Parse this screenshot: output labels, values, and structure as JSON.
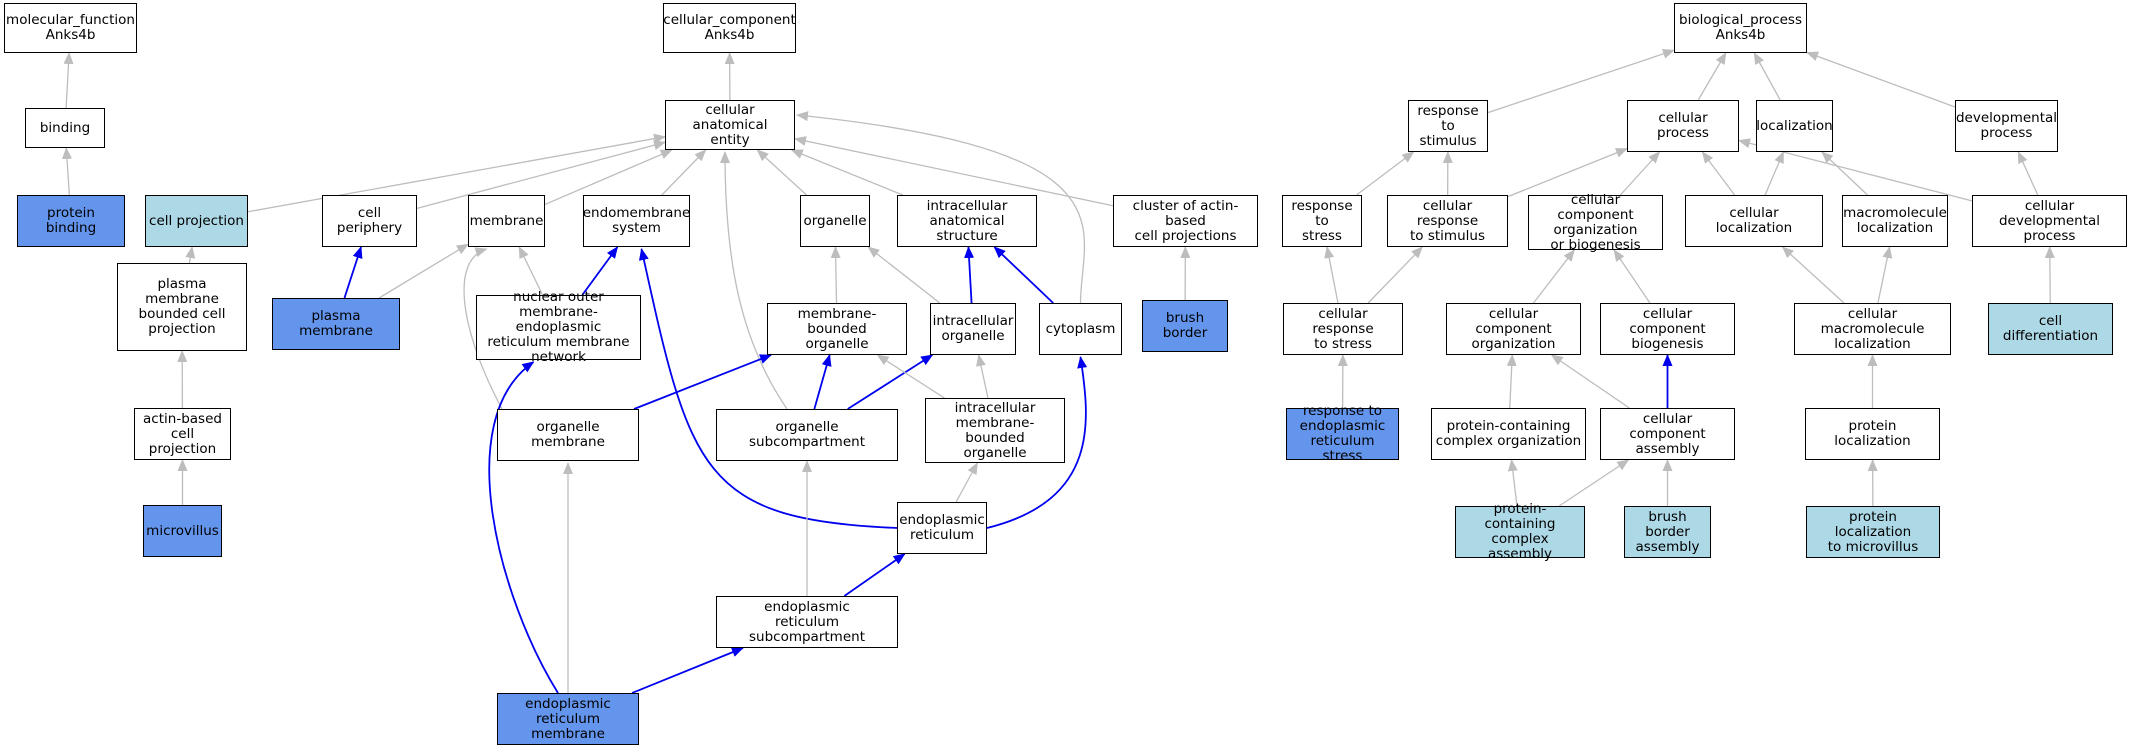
{
  "colors": {
    "is_a_edge": "#bdbdbd",
    "part_of_edge": "#0000ee",
    "annotated": "#6495ed",
    "inferred": "#add8e6"
  },
  "nodes": [
    {
      "id": "mf_root",
      "label": "molecular_function\nAnks4b",
      "style": "plain"
    },
    {
      "id": "binding",
      "label": "binding",
      "style": "plain"
    },
    {
      "id": "protein_binding",
      "label": "protein binding",
      "style": "blue"
    },
    {
      "id": "cc_root",
      "label": "cellular_component\nAnks4b",
      "style": "plain"
    },
    {
      "id": "cae",
      "label": "cellular anatomical\nentity",
      "style": "plain"
    },
    {
      "id": "cell_projection",
      "label": "cell projection",
      "style": "light"
    },
    {
      "id": "pm_bounded_proj",
      "label": "plasma membrane\nbounded cell\nprojection",
      "style": "plain"
    },
    {
      "id": "actin_proj",
      "label": "actin-based\ncell projection",
      "style": "plain"
    },
    {
      "id": "microvillus",
      "label": "microvillus",
      "style": "blue"
    },
    {
      "id": "cell_periphery",
      "label": "cell periphery",
      "style": "plain"
    },
    {
      "id": "plasma_membrane",
      "label": "plasma membrane",
      "style": "blue"
    },
    {
      "id": "membrane",
      "label": "membrane",
      "style": "plain"
    },
    {
      "id": "endomembrane",
      "label": "endomembrane\nsystem",
      "style": "plain"
    },
    {
      "id": "nuclear_outer",
      "label": "nuclear outer\nmembrane-endoplasmic\nreticulum membrane\nnetwork",
      "style": "plain"
    },
    {
      "id": "organelle",
      "label": "organelle",
      "style": "plain"
    },
    {
      "id": "intracellular_as",
      "label": "intracellular\nanatomical structure",
      "style": "plain"
    },
    {
      "id": "cluster_actin",
      "label": "cluster of actin-based\ncell projections",
      "style": "plain"
    },
    {
      "id": "brush_border",
      "label": "brush border",
      "style": "blue"
    },
    {
      "id": "mbo",
      "label": "membrane-bounded\norganelle",
      "style": "plain"
    },
    {
      "id": "intra_org",
      "label": "intracellular\norganelle",
      "style": "plain"
    },
    {
      "id": "cytoplasm",
      "label": "cytoplasm",
      "style": "plain"
    },
    {
      "id": "org_membrane",
      "label": "organelle membrane",
      "style": "plain"
    },
    {
      "id": "org_subcomp",
      "label": "organelle subcompartment",
      "style": "plain"
    },
    {
      "id": "imbo",
      "label": "intracellular\nmembrane-bounded\norganelle",
      "style": "plain"
    },
    {
      "id": "er",
      "label": "endoplasmic\nreticulum",
      "style": "plain"
    },
    {
      "id": "er_subcomp",
      "label": "endoplasmic\nreticulum subcompartment",
      "style": "plain"
    },
    {
      "id": "er_membrane",
      "label": "endoplasmic\nreticulum membrane",
      "style": "blue"
    },
    {
      "id": "bp_root",
      "label": "biological_process\nAnks4b",
      "style": "plain"
    },
    {
      "id": "resp_stim",
      "label": "response to\nstimulus",
      "style": "plain"
    },
    {
      "id": "cell_process",
      "label": "cellular process",
      "style": "plain"
    },
    {
      "id": "localization",
      "label": "localization",
      "style": "plain"
    },
    {
      "id": "dev_process",
      "label": "developmental\nprocess",
      "style": "plain"
    },
    {
      "id": "resp_stress",
      "label": "response to\nstress",
      "style": "plain"
    },
    {
      "id": "cell_resp_stim",
      "label": "cellular response\nto stimulus",
      "style": "plain"
    },
    {
      "id": "ccob",
      "label": "cellular component\norganization\nor biogenesis",
      "style": "plain"
    },
    {
      "id": "cell_local",
      "label": "cellular localization",
      "style": "plain"
    },
    {
      "id": "macro_local",
      "label": "macromolecule\nlocalization",
      "style": "plain"
    },
    {
      "id": "cell_dev",
      "label": "cellular developmental\nprocess",
      "style": "plain"
    },
    {
      "id": "cell_resp_stress",
      "label": "cellular response\nto stress",
      "style": "plain"
    },
    {
      "id": "cc_org",
      "label": "cellular component\norganization",
      "style": "plain"
    },
    {
      "id": "cc_biog",
      "label": "cellular component\nbiogenesis",
      "style": "plain"
    },
    {
      "id": "cell_macro_local",
      "label": "cellular macromolecule\nlocalization",
      "style": "plain"
    },
    {
      "id": "cell_diff",
      "label": "cell differentiation",
      "style": "light"
    },
    {
      "id": "resp_er_stress",
      "label": "response to\nendoplasmic\nreticulum stress",
      "style": "blue"
    },
    {
      "id": "pcc_org",
      "label": "protein-containing\ncomplex organization",
      "style": "plain"
    },
    {
      "id": "cc_assembly",
      "label": "cellular component\nassembly",
      "style": "plain"
    },
    {
      "id": "protein_local",
      "label": "protein localization",
      "style": "plain"
    },
    {
      "id": "pcc_assembly",
      "label": "protein-containing\ncomplex assembly",
      "style": "light"
    },
    {
      "id": "bb_assembly",
      "label": "brush border\nassembly",
      "style": "light"
    },
    {
      "id": "prot_local_mv",
      "label": "protein localization\nto microvillus",
      "style": "light"
    }
  ],
  "edges": [
    {
      "from": "binding",
      "to": "mf_root",
      "type": "is_a"
    },
    {
      "from": "protein_binding",
      "to": "binding",
      "type": "is_a"
    },
    {
      "from": "cae",
      "to": "cc_root",
      "type": "is_a"
    },
    {
      "from": "cell_projection",
      "to": "cae",
      "type": "is_a"
    },
    {
      "from": "cell_periphery",
      "to": "cae",
      "type": "is_a"
    },
    {
      "from": "membrane",
      "to": "cae",
      "type": "is_a"
    },
    {
      "from": "endomembrane",
      "to": "cae",
      "type": "is_a"
    },
    {
      "from": "organelle",
      "to": "cae",
      "type": "is_a"
    },
    {
      "from": "intracellular_as",
      "to": "cae",
      "type": "is_a"
    },
    {
      "from": "cluster_actin",
      "to": "cae",
      "type": "is_a"
    },
    {
      "from": "cytoplasm",
      "to": "cae",
      "type": "is_a"
    },
    {
      "from": "org_subcomp",
      "to": "cae",
      "type": "is_a"
    },
    {
      "from": "pm_bounded_proj",
      "to": "cell_projection",
      "type": "is_a"
    },
    {
      "from": "actin_proj",
      "to": "pm_bounded_proj",
      "type": "is_a"
    },
    {
      "from": "microvillus",
      "to": "actin_proj",
      "type": "is_a"
    },
    {
      "from": "plasma_membrane",
      "to": "cell_periphery",
      "type": "part_of"
    },
    {
      "from": "plasma_membrane",
      "to": "membrane",
      "type": "is_a"
    },
    {
      "from": "nuclear_outer",
      "to": "membrane",
      "type": "is_a"
    },
    {
      "from": "nuclear_outer",
      "to": "endomembrane",
      "type": "part_of"
    },
    {
      "from": "org_membrane",
      "to": "membrane",
      "type": "is_a"
    },
    {
      "from": "brush_border",
      "to": "cluster_actin",
      "type": "is_a"
    },
    {
      "from": "mbo",
      "to": "organelle",
      "type": "is_a"
    },
    {
      "from": "intra_org",
      "to": "organelle",
      "type": "is_a"
    },
    {
      "from": "intra_org",
      "to": "intracellular_as",
      "type": "part_of"
    },
    {
      "from": "cytoplasm",
      "to": "intracellular_as",
      "type": "part_of"
    },
    {
      "from": "org_membrane",
      "to": "mbo",
      "type": "part_of"
    },
    {
      "from": "org_subcomp",
      "to": "mbo",
      "type": "part_of"
    },
    {
      "from": "org_subcomp",
      "to": "intra_org",
      "type": "part_of"
    },
    {
      "from": "imbo",
      "to": "mbo",
      "type": "is_a"
    },
    {
      "from": "imbo",
      "to": "intra_org",
      "type": "is_a"
    },
    {
      "from": "er",
      "to": "imbo",
      "type": "is_a"
    },
    {
      "from": "er",
      "to": "endomembrane",
      "type": "part_of"
    },
    {
      "from": "er",
      "to": "cytoplasm",
      "type": "part_of"
    },
    {
      "from": "er_subcomp",
      "to": "org_subcomp",
      "type": "is_a"
    },
    {
      "from": "er_subcomp",
      "to": "er",
      "type": "part_of"
    },
    {
      "from": "er_membrane",
      "to": "org_membrane",
      "type": "is_a"
    },
    {
      "from": "er_membrane",
      "to": "er_subcomp",
      "type": "part_of"
    },
    {
      "from": "er_membrane",
      "to": "nuclear_outer",
      "type": "part_of"
    },
    {
      "from": "resp_stim",
      "to": "bp_root",
      "type": "is_a"
    },
    {
      "from": "cell_process",
      "to": "bp_root",
      "type": "is_a"
    },
    {
      "from": "localization",
      "to": "bp_root",
      "type": "is_a"
    },
    {
      "from": "dev_process",
      "to": "bp_root",
      "type": "is_a"
    },
    {
      "from": "resp_stress",
      "to": "resp_stim",
      "type": "is_a"
    },
    {
      "from": "cell_resp_stim",
      "to": "resp_stim",
      "type": "is_a"
    },
    {
      "from": "cell_resp_stim",
      "to": "cell_process",
      "type": "is_a"
    },
    {
      "from": "ccob",
      "to": "cell_process",
      "type": "is_a"
    },
    {
      "from": "cell_local",
      "to": "cell_process",
      "type": "is_a"
    },
    {
      "from": "cell_local",
      "to": "localization",
      "type": "is_a"
    },
    {
      "from": "macro_local",
      "to": "localization",
      "type": "is_a"
    },
    {
      "from": "cell_dev",
      "to": "cell_process",
      "type": "is_a"
    },
    {
      "from": "cell_dev",
      "to": "dev_process",
      "type": "is_a"
    },
    {
      "from": "cell_resp_stress",
      "to": "resp_stress",
      "type": "is_a"
    },
    {
      "from": "cell_resp_stress",
      "to": "cell_resp_stim",
      "type": "is_a"
    },
    {
      "from": "cc_org",
      "to": "ccob",
      "type": "is_a"
    },
    {
      "from": "cc_biog",
      "to": "ccob",
      "type": "is_a"
    },
    {
      "from": "cell_macro_local",
      "to": "cell_local",
      "type": "is_a"
    },
    {
      "from": "cell_macro_local",
      "to": "macro_local",
      "type": "is_a"
    },
    {
      "from": "cell_diff",
      "to": "cell_dev",
      "type": "is_a"
    },
    {
      "from": "resp_er_stress",
      "to": "cell_resp_stress",
      "type": "is_a"
    },
    {
      "from": "pcc_org",
      "to": "cc_org",
      "type": "is_a"
    },
    {
      "from": "cc_assembly",
      "to": "cc_org",
      "type": "is_a"
    },
    {
      "from": "cc_assembly",
      "to": "cc_biog",
      "type": "part_of"
    },
    {
      "from": "protein_local",
      "to": "cell_macro_local",
      "type": "is_a"
    },
    {
      "from": "pcc_assembly",
      "to": "pcc_org",
      "type": "is_a"
    },
    {
      "from": "pcc_assembly",
      "to": "cc_assembly",
      "type": "is_a"
    },
    {
      "from": "bb_assembly",
      "to": "cc_assembly",
      "type": "is_a"
    },
    {
      "from": "prot_local_mv",
      "to": "protein_local",
      "type": "is_a"
    }
  ]
}
